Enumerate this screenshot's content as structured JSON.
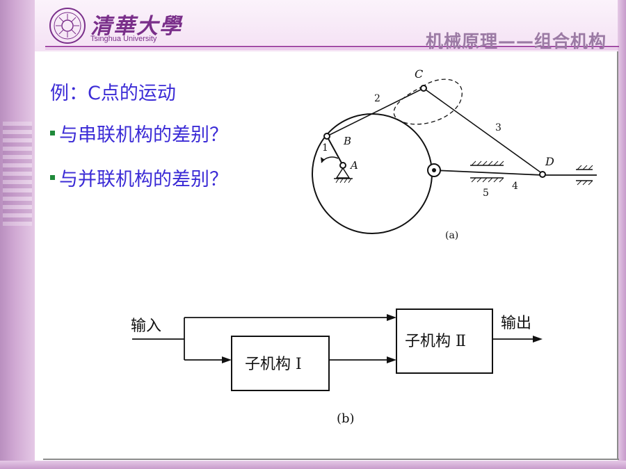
{
  "header": {
    "university_name": "清華大學",
    "university_english": "Tsinghua University",
    "course_title": "机械原理——组合机构"
  },
  "body": {
    "example_line": "例：C点的运动",
    "bullet_items": [
      "与串联机构的差别？",
      "与并联机构的差别？"
    ]
  },
  "figure_a": {
    "caption": "(a)",
    "labels": {
      "A": "A",
      "B": "B",
      "C": "C",
      "D": "D",
      "n1": "1",
      "n2": "2",
      "n3": "3",
      "n4": "4",
      "n5": "5"
    }
  },
  "figure_b": {
    "caption": "(b)",
    "input_label": "输入",
    "output_label": "输出",
    "submech1_label": "子机构 I",
    "submech2_label": "子机构 Ⅱ"
  },
  "colors": {
    "accent_purple": "#a24ba6",
    "text_blue": "#3b2bd6",
    "bullet_green": "#1f8a3a"
  }
}
